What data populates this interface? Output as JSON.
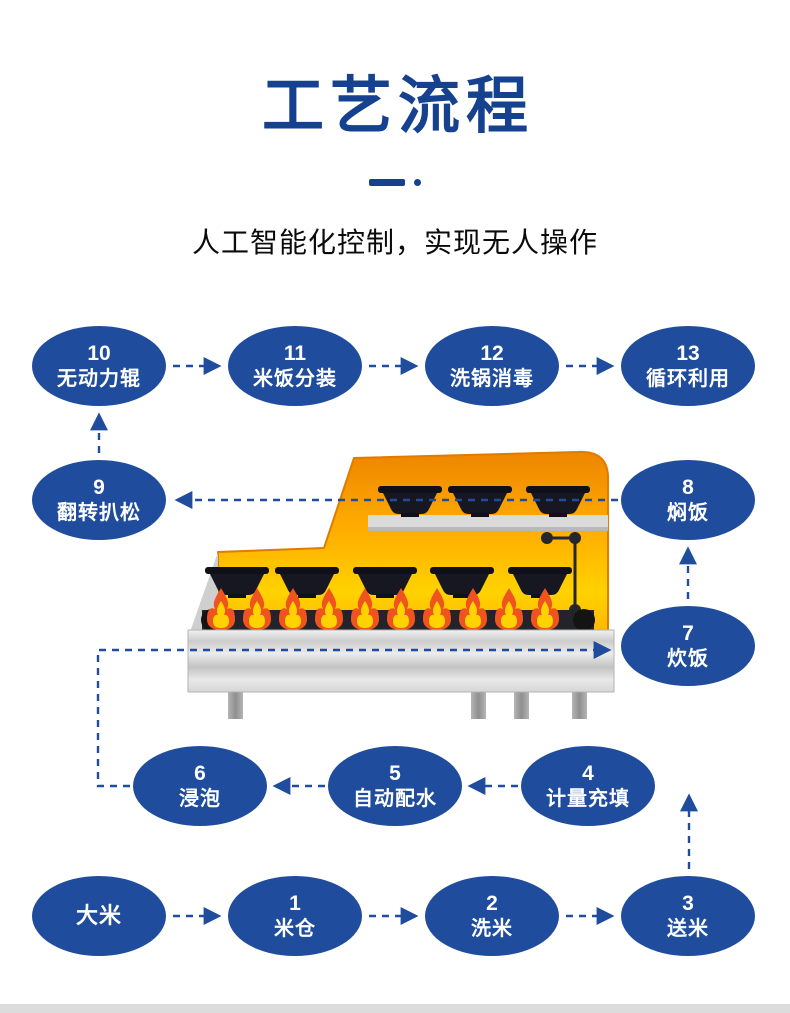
{
  "header": {
    "title": "工艺流程",
    "subtitle": "人工智能化控制，实现无人操作"
  },
  "icons": {
    "title_divider": "dash-dot",
    "machine": "automatic-rice-cooking-line-illustration"
  },
  "colors": {
    "node_fill": "#1f4c9c",
    "node_text": "#ffffff",
    "arrow": "#1f4c9c",
    "title_blue": "#15418f",
    "machine_orange": "#ee8500",
    "machine_yellow": "#ffd200",
    "machine_steel": "#d6d6d6"
  },
  "flow": {
    "nodes": [
      {
        "num": "10",
        "label": "无动力辊"
      },
      {
        "num": "11",
        "label": "米饭分装"
      },
      {
        "num": "12",
        "label": "洗锅消毒"
      },
      {
        "num": "13",
        "label": "循环利用"
      },
      {
        "num": "9",
        "label": "翻转扒松"
      },
      {
        "num": "8",
        "label": "焖饭"
      },
      {
        "num": "7",
        "label": "炊饭"
      },
      {
        "num": "6",
        "label": "浸泡"
      },
      {
        "num": "5",
        "label": "自动配水"
      },
      {
        "num": "4",
        "label": "计量充填"
      },
      {
        "num": "",
        "label": "大米"
      },
      {
        "num": "1",
        "label": "米仓"
      },
      {
        "num": "2",
        "label": "洗米"
      },
      {
        "num": "3",
        "label": "送米"
      }
    ],
    "edges": [
      {
        "from": "大米",
        "to": "1 米仓"
      },
      {
        "from": "1 米仓",
        "to": "2 洗米"
      },
      {
        "from": "2 洗米",
        "to": "3 送米"
      },
      {
        "from": "3 送米",
        "to": "4 计量充填"
      },
      {
        "from": "4 计量充填",
        "to": "5 自动配水"
      },
      {
        "from": "5 自动配水",
        "to": "6 浸泡"
      },
      {
        "from": "6 浸泡",
        "to": "7 炊饭"
      },
      {
        "from": "7 炊饭",
        "to": "8 焖饭"
      },
      {
        "from": "8 焖饭",
        "to": "9 翻转扒松"
      },
      {
        "from": "9 翻转扒松",
        "to": "10 无动力辊"
      },
      {
        "from": "10 无动力辊",
        "to": "11 米饭分装"
      },
      {
        "from": "11 米饭分装",
        "to": "12 洗锅消毒"
      },
      {
        "from": "12 洗锅消毒",
        "to": "13 循环利用"
      }
    ]
  }
}
